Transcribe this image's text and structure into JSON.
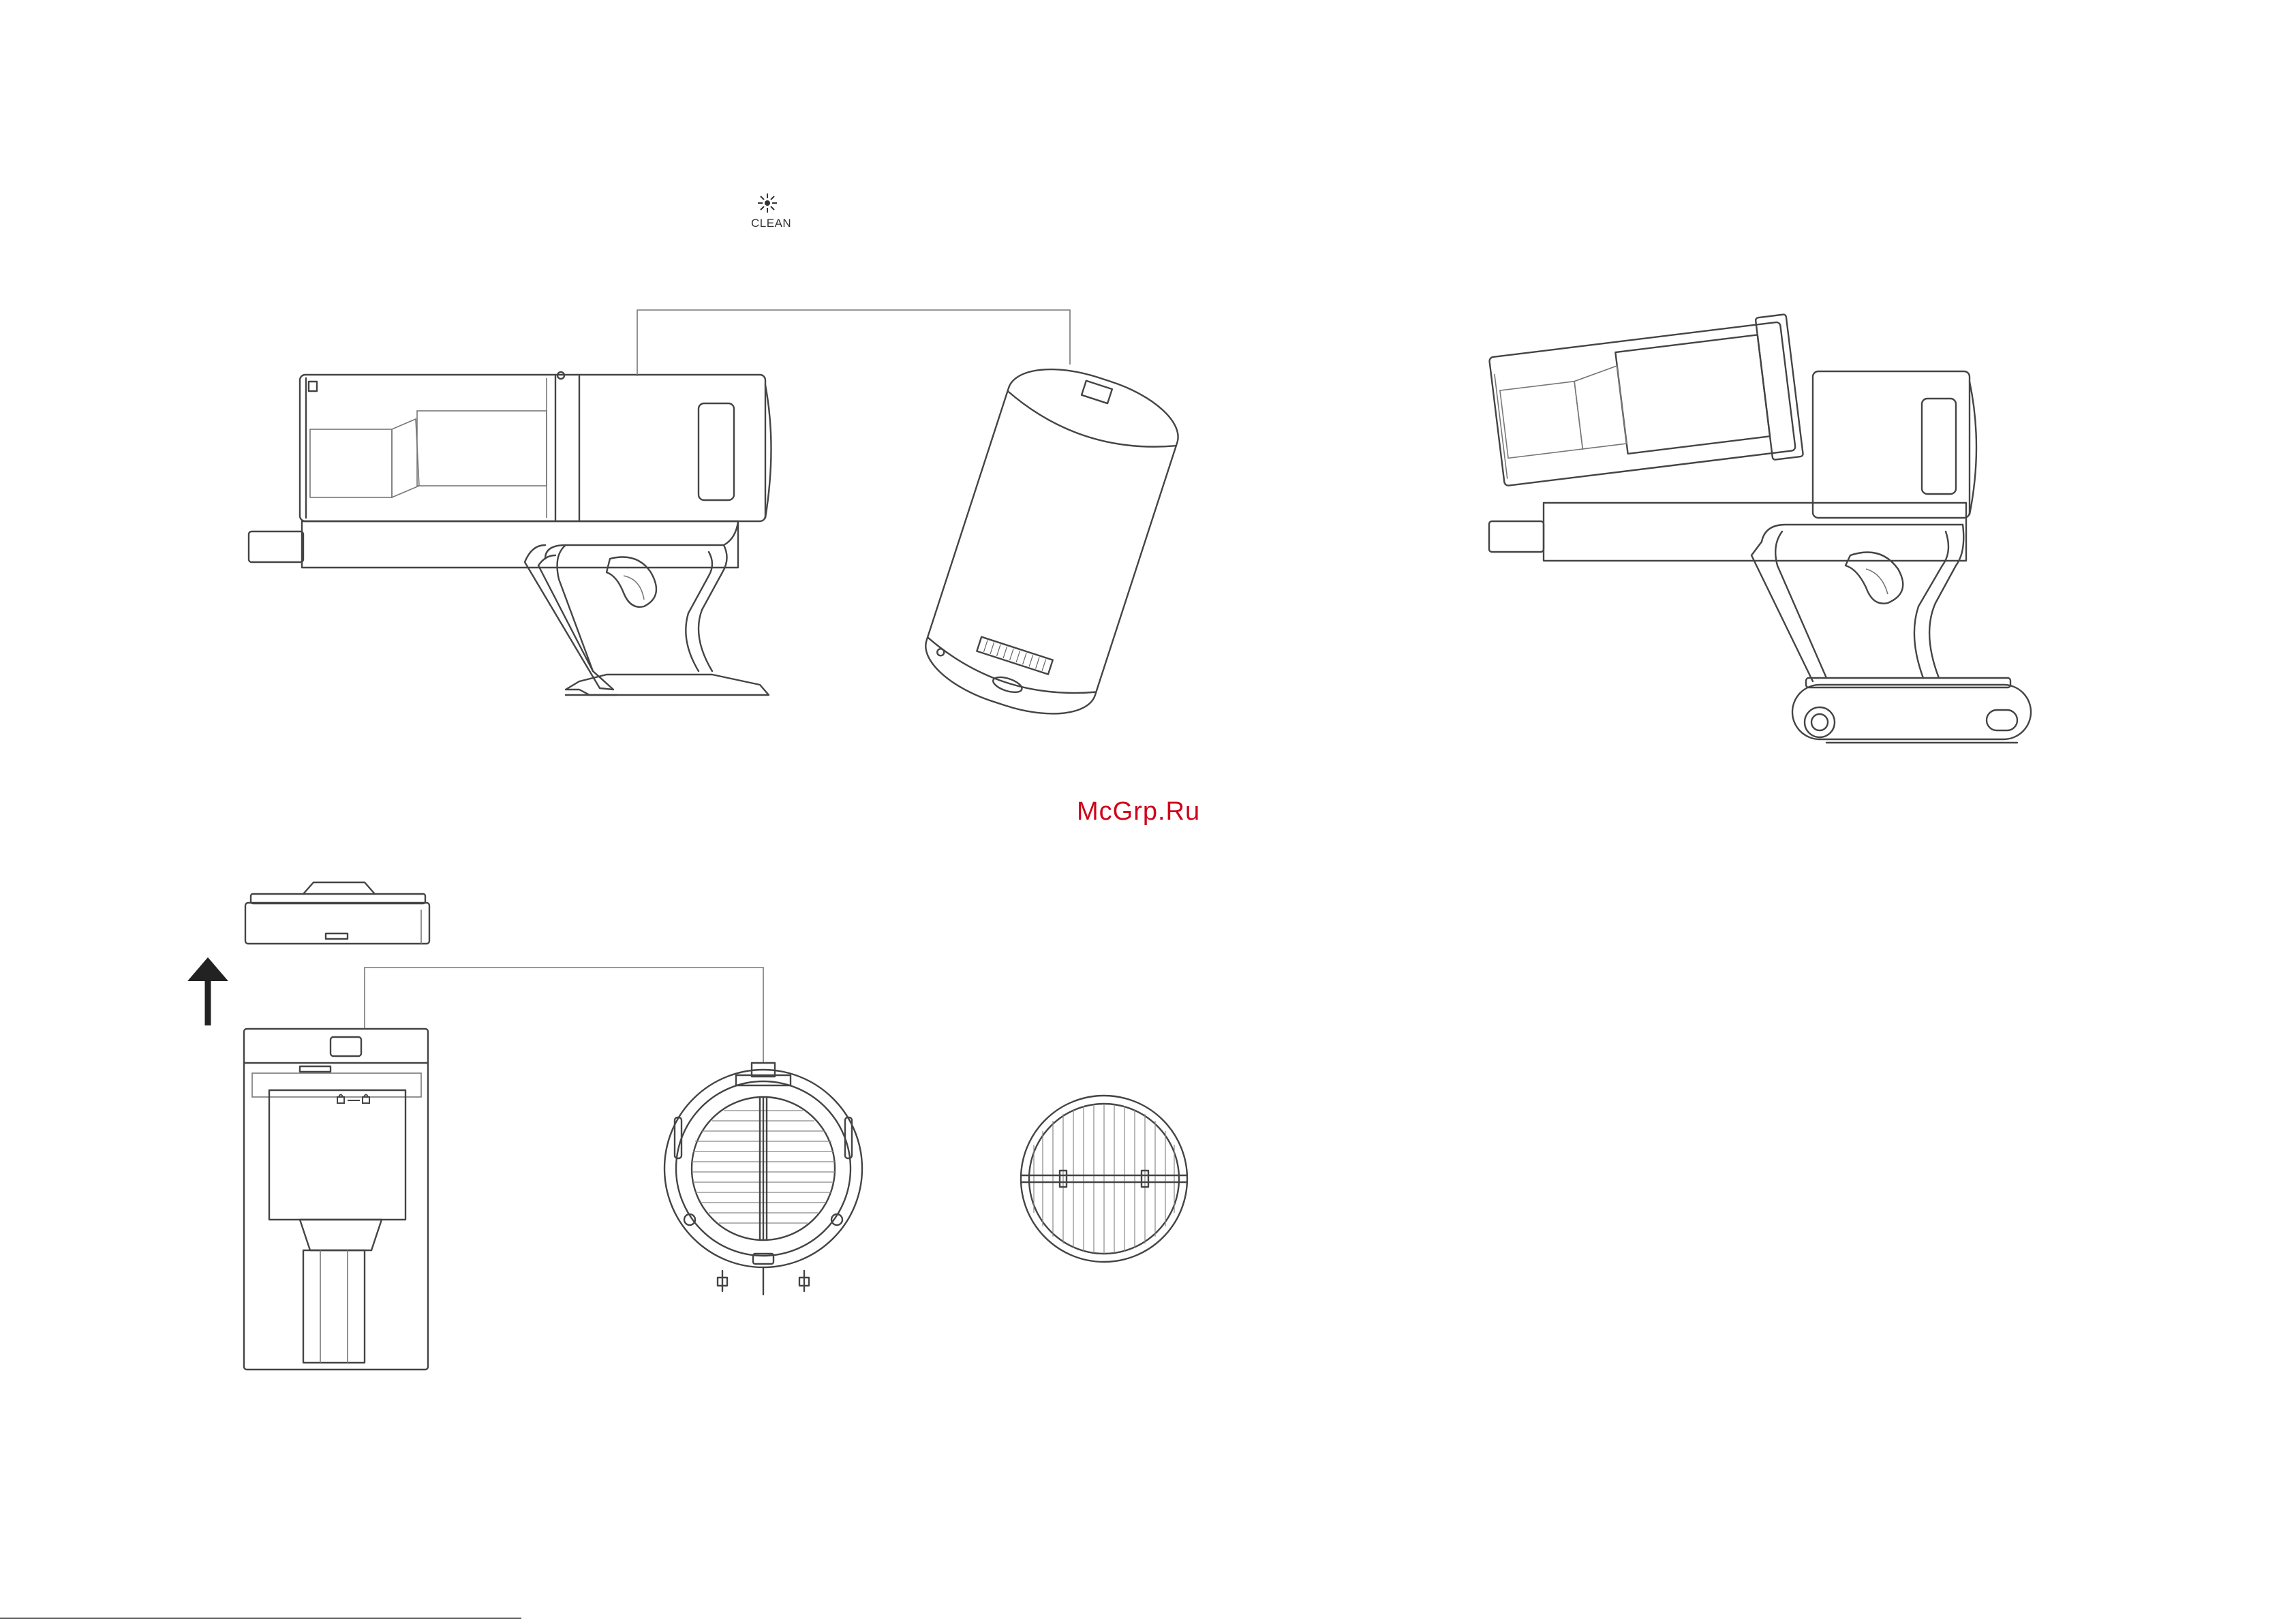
{
  "figure": {
    "mode_indicator": {
      "icon": "sun-sparkle-icon",
      "label": "CLEAN"
    },
    "watermark": {
      "text": "McGrp.Ru",
      "color": "#d0021b"
    },
    "direction_arrow": {
      "icon": "arrow-up-icon",
      "direction": "up"
    },
    "line_color": "#444444"
  }
}
